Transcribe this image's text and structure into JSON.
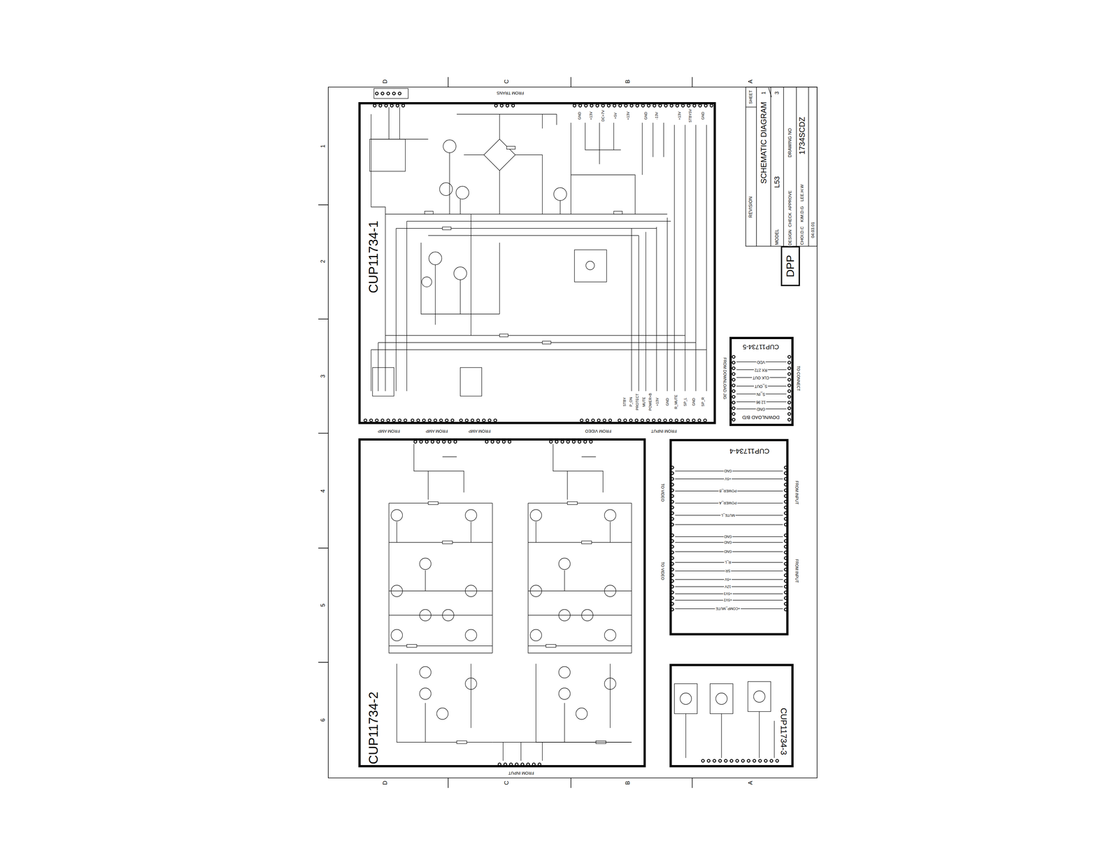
{
  "diagram": {
    "title": "SCHEMATIC DIAGRAM",
    "nodes": [
      {
        "text": [
          "CUP11734-1"
        ]
      },
      {
        "text": [
          "CUP11734-2"
        ]
      },
      {
        "text": [
          "CUP11734-4"
        ]
      },
      {
        "text": [
          "CUP11734-3"
        ]
      },
      {
        "text": [
          "CUP11734-5",
          "DOWNLOAD B/D"
        ]
      },
      {
        "text": [
          "DPP"
        ]
      }
    ],
    "labels": [
      "D",
      "C",
      "B",
      "A",
      "D",
      "C",
      "B",
      "A",
      "1",
      "2",
      "3",
      "4",
      "5",
      "6",
      "REVISION",
      "SHEET",
      "1",
      "3",
      "MODEL",
      "L53",
      "DRAWING NO",
      "DESIGN",
      "CHECK",
      "APPROVE",
      "CHOI.D.C",
      "KIM.D.G",
      "LEE.H.W",
      "1734SCDZ",
      "04.03.01",
      "FROM TRANS",
      "FROM AMP",
      "FROM AMP",
      "FROM AMP",
      "FROM VIDEO",
      "FROM INPUT",
      "FROM INPUT",
      "TO VIDEO",
      "FROM INPUT",
      "TO VIDEO",
      "FROM INPUT",
      "FROM DOWNLOAD JIG",
      "TO CONNECT",
      "VDD",
      "RX 272",
      "CLK OUT",
      "S_OUT",
      "S_IN",
      "12.96",
      "GND",
      "GND",
      "+5V",
      "POWER_B",
      "POWER_A",
      "MUTE_L",
      "GND",
      "GND",
      "GND",
      "R_L",
      "SR",
      "+5V",
      "12V",
      "+5V3",
      "+5V2",
      "+COMP_MUTE",
      "GND",
      "+13V",
      "DC+7V",
      "+5V",
      "+13V",
      "GND",
      "-13V",
      "+13V",
      "STBY5V",
      "GND",
      "STBY",
      "P_ON",
      "PROTECT",
      "MUTE",
      "POWER+B",
      "+13V",
      "GND",
      "R_MUTE",
      "SP_L",
      "GND",
      "SP_R"
    ]
  }
}
